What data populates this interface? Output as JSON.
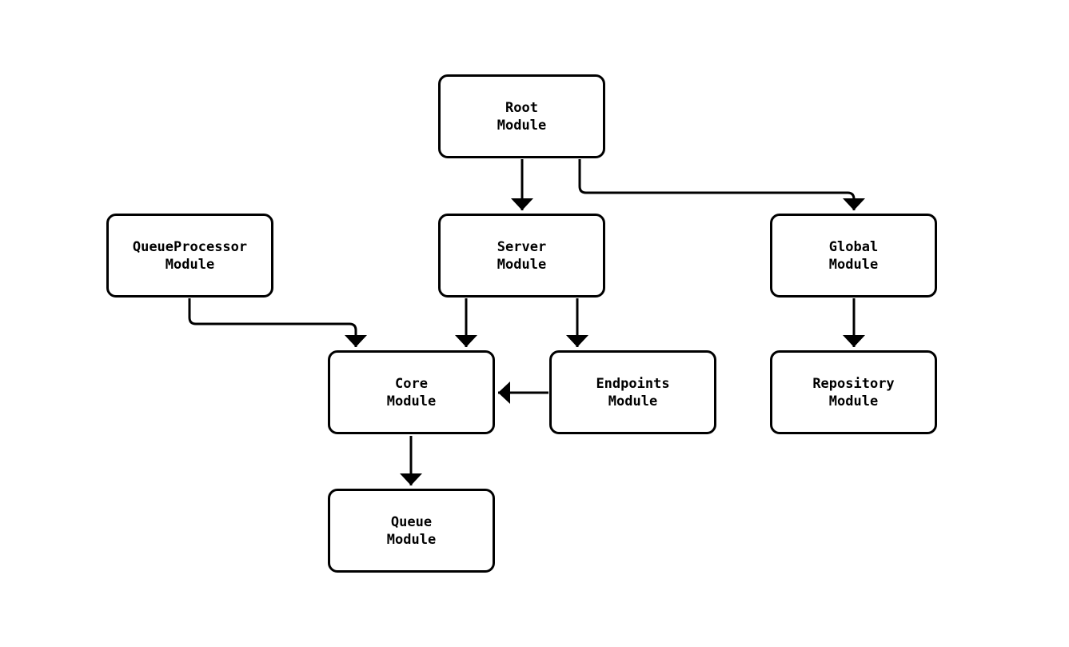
{
  "diagram": {
    "kind": "module-dependency-flowchart",
    "background_color": "#ffffff",
    "stroke_color": "#000000",
    "nodes": {
      "root": {
        "lines": [
          "Root",
          "Module"
        ]
      },
      "queueprocessor": {
        "lines": [
          "QueueProcessor",
          "Module"
        ]
      },
      "server": {
        "lines": [
          "Server",
          "Module"
        ]
      },
      "global": {
        "lines": [
          "Global",
          "Module"
        ]
      },
      "core": {
        "lines": [
          "Core",
          "Module"
        ]
      },
      "endpoints": {
        "lines": [
          "Endpoints",
          "Module"
        ]
      },
      "repository": {
        "lines": [
          "Repository",
          "Module"
        ]
      },
      "queue": {
        "lines": [
          "Queue",
          "Module"
        ]
      }
    },
    "edges": [
      {
        "from": "Root Module",
        "to": "Server Module"
      },
      {
        "from": "Root Module",
        "to": "Global Module"
      },
      {
        "from": "QueueProcessor Module",
        "to": "Core Module"
      },
      {
        "from": "Server Module",
        "to": "Core Module"
      },
      {
        "from": "Server Module",
        "to": "Endpoints Module"
      },
      {
        "from": "Endpoints Module",
        "to": "Core Module"
      },
      {
        "from": "Global Module",
        "to": "Repository Module"
      },
      {
        "from": "Core Module",
        "to": "Queue Module"
      }
    ]
  }
}
